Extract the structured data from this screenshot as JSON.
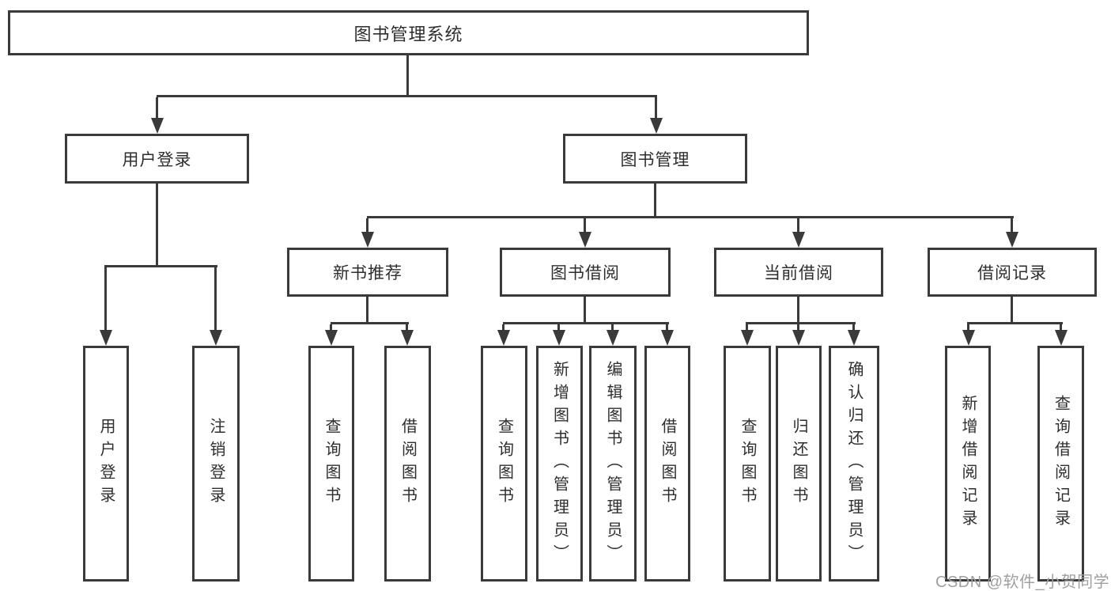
{
  "diagram": {
    "root": "图书管理系统",
    "branches": [
      {
        "name": "用户登录",
        "children": [
          "用户登录",
          "注销登录"
        ]
      },
      {
        "name": "图书管理",
        "children": [
          {
            "name": "新书推荐",
            "children": [
              "查询图书",
              "借阅图书"
            ]
          },
          {
            "name": "图书借阅",
            "children": [
              "查询图书",
              "新增图书（管理员）",
              "编辑图书（管理员）",
              "借阅图书"
            ]
          },
          {
            "name": "当前借阅",
            "children": [
              "查询图书",
              "归还图书",
              "确认归还（管理员）"
            ]
          },
          {
            "name": "借阅记录",
            "children": [
              "新增借阅记录",
              "查询借阅记录"
            ]
          }
        ]
      }
    ]
  },
  "watermark": {
    "text": "CSDN @软件_小贺同学"
  },
  "colors": {
    "line": "#3a3a3a",
    "text": "#2e2e2e",
    "watermark": "#a0a0a0",
    "background": "#ffffff"
  }
}
